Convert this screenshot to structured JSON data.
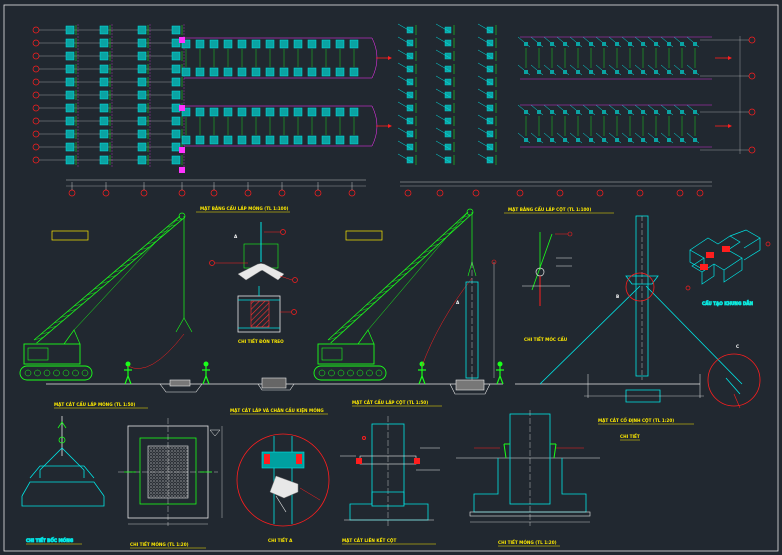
{
  "drawing": {
    "background": "#212830",
    "colors": {
      "frame": "#e8e8e8",
      "grid_marker": "#ff1e1e",
      "structure": "#00e5e5",
      "crane": "#1aff1a",
      "annotation": "#ffeb00",
      "accent": "#ff33ff",
      "rebar": "#ff1e1e"
    }
  },
  "labels": {
    "plan_left": "MẶT BẰNG CẨU LẮP MÓNG (TL 1:100)",
    "plan_right": "MẶT BẰNG CẨU LẮP CỘT (TL 1:100)",
    "crane_left": "MẶT CẮT CẨU LẮP MÓNG (TL 1:50)",
    "crane_mid": "MẶT CẮT CẨU LẮP CỘT (TL 1:50)",
    "bottom_mid": "MẶT CẮT LẮP VÀ CHÂN CẤU KIỆN MÓNG",
    "sling_detail": "CHI TIẾT ĐÒN TREO",
    "hook_detail": "CHI TIẾT MÓC CẨU",
    "bracing_detail": "MẶT CẮT CỐ ĐỊNH CỘT (TL 1:20)",
    "detail_b": "CHI TIẾT",
    "frame_detail": "CẤU TẠO KHUNG DẪN",
    "pile_detail": "CHI TIẾT BỐC MÓNG",
    "plan_footing": "CHI TIẾT MÓNG (TL 1:20)",
    "detail_a": "CHI TIẾT A",
    "column_splice": "MẶT CẮT LIÊN KẾT CỘT",
    "footing_section": "CHI TIẾT MÓNG (TL 1:20)",
    "letter_a": "A",
    "letter_b": "B",
    "letter_c": "C"
  }
}
